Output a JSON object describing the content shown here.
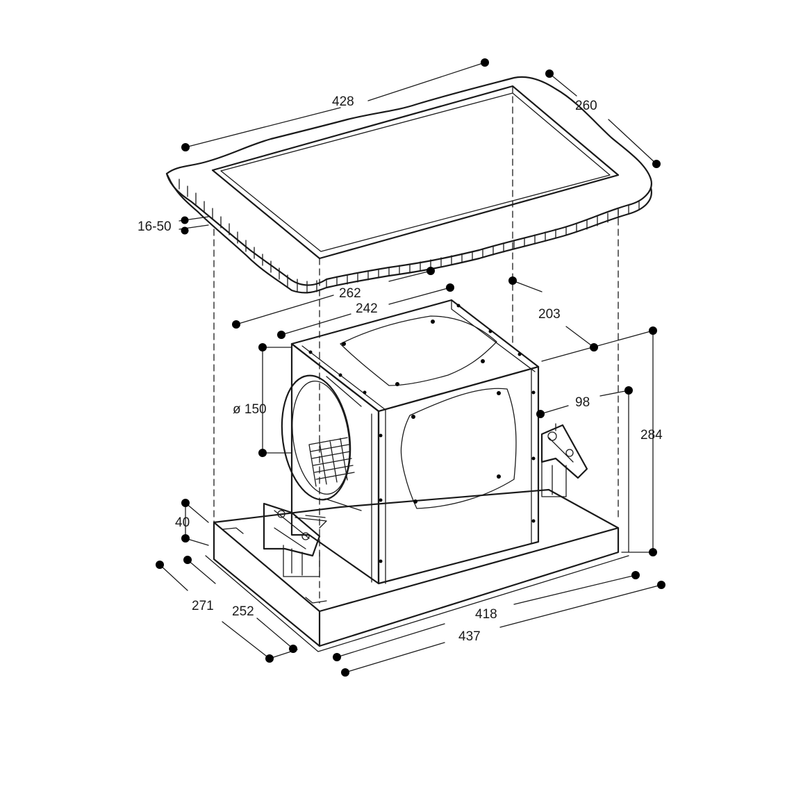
{
  "diagram": {
    "background": "#ffffff",
    "ink_color": "#1a1a1a",
    "dimensions": {
      "top_width": "428",
      "top_depth": "260",
      "ceiling_thickness": "16-50",
      "fan_262": "262",
      "fan_242": "242",
      "fan_203": "203",
      "duct_diameter": "ø 150",
      "offset_98": "98",
      "height_284": "284",
      "base_height": "40",
      "depth_271": "271",
      "depth_252": "252",
      "width_418": "418",
      "width_437": "437"
    }
  }
}
